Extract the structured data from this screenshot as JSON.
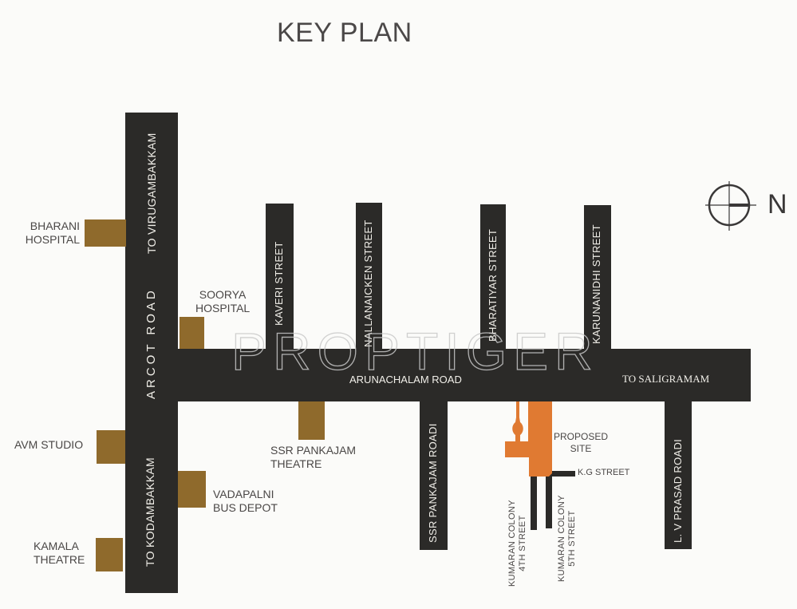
{
  "title": "KEY PLAN",
  "watermark": "PROPTIGER",
  "compass": {
    "label": "N"
  },
  "roads": {
    "arcot_road": "ARCOT ROAD",
    "to_virugambakkam": "TO VIRUGAMBAKKAM",
    "to_kodambakkam": "TO KODAMBAKKAM",
    "arunachalam_road": "ARUNACHALAM ROAD",
    "to_saligramam": "TO SALIGRAMAM",
    "kaveri_street": "KAVERI STREET",
    "nallanaicken_street": "NALLANAICKEN STREET",
    "bharatiyar_street": "BHARATIYAR  STREET",
    "karunanidhi_street": "KARUNANIDHI  STREET",
    "ssr_pankajam_road": "SSR PANKAJAM  ROADI",
    "lv_prasad_road": "L. V PRASAD ROADI",
    "kg_street": "K.G STREET",
    "kumaran_4th_line1": "KUMARAN COLONY",
    "kumaran_4th_line2": "4TH  STREET",
    "kumaran_5th_line1": "KUMARAN COLONY",
    "kumaran_5th_line2": "5TH  STREET"
  },
  "landmarks": {
    "bharani": [
      "BHARANI",
      "HOSPITAL"
    ],
    "soorya": [
      "SOORYA",
      "HOSPITAL"
    ],
    "avm": [
      "AVM STUDIO"
    ],
    "kamala": [
      "KAMALA",
      "THEATRE"
    ],
    "vadapalni": [
      "VADAPALNI",
      "BUS DEPOT"
    ],
    "ssr_theatre": [
      "SSR PANKAJAM",
      "THEATRE"
    ],
    "site": [
      "PROPOSED",
      "SITE"
    ]
  },
  "colors": {
    "road": "#2b2a28",
    "landmark": "#8f6a2c",
    "site": "#e07a32"
  }
}
